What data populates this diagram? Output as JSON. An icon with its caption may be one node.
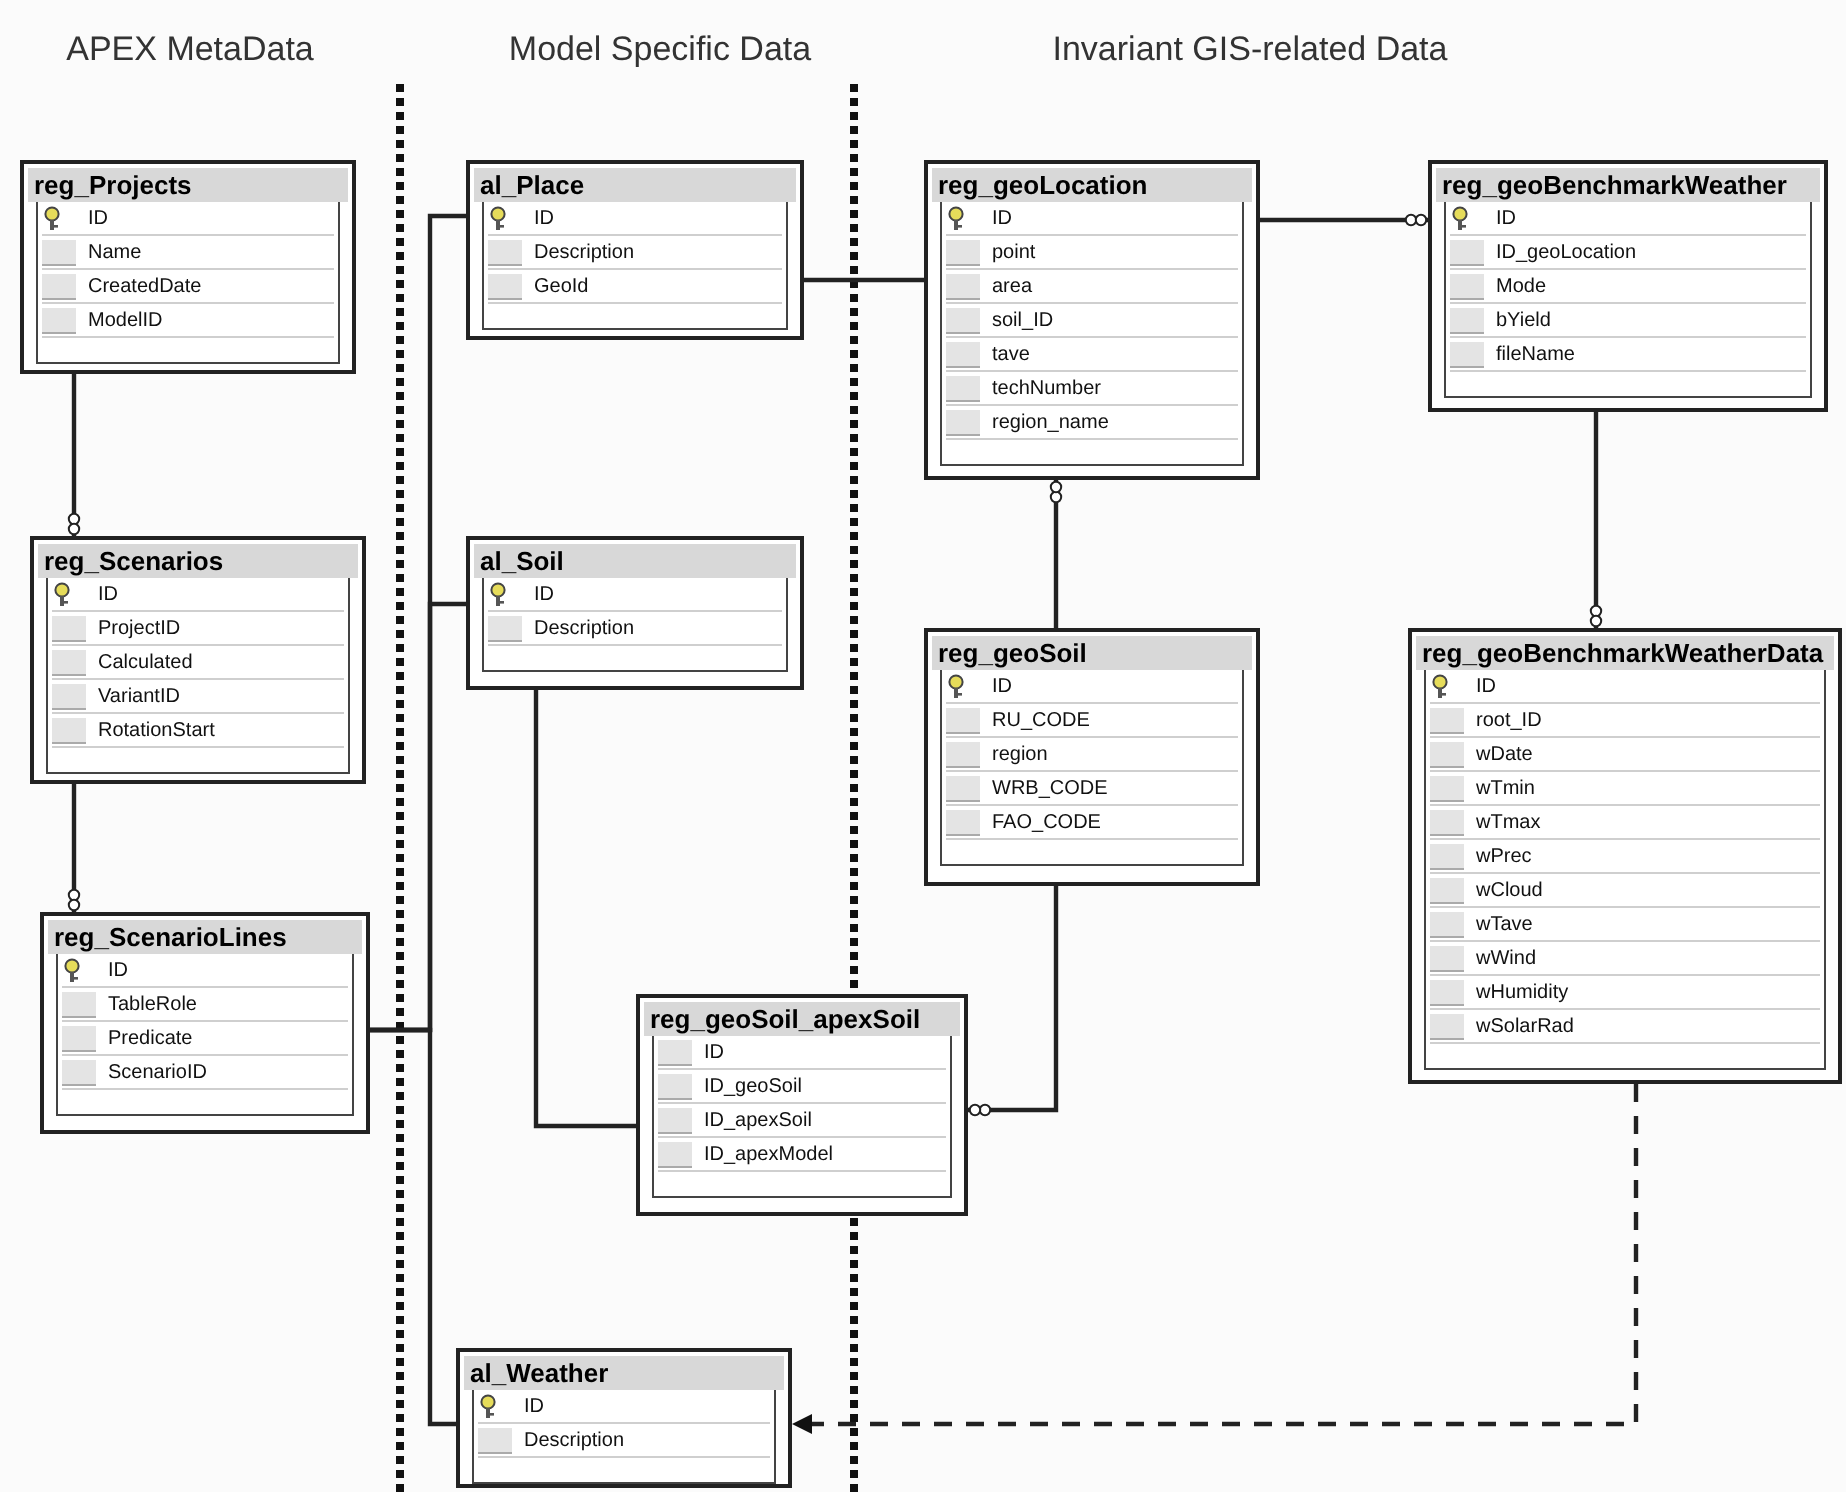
{
  "diagram": {
    "nodes": [
      {
        "text": [
          "reg_Projects",
          "ID",
          "Name",
          "CreatedDate",
          "ModelID"
        ]
      },
      {
        "text": [
          "al_Place",
          "ID",
          "Description",
          "GeoId"
        ]
      },
      {
        "text": [
          "reg_geoLocation",
          "ID",
          "point",
          "area",
          "soil_ID",
          "tave",
          "techNumber",
          "region_name"
        ]
      },
      {
        "text": [
          "reg_geoBenchmarkWeather",
          "ID",
          "ID_geoLocation",
          "Mode",
          "bYield",
          "fileName"
        ]
      },
      {
        "text": [
          "reg_Scenarios",
          "ID",
          "ProjectID",
          "Calculated",
          "VariantID",
          "RotationStart"
        ]
      },
      {
        "text": [
          "al_Soil",
          "ID",
          "Description"
        ]
      },
      {
        "text": [
          "reg_geoSoil",
          "ID",
          "RU_CODE",
          "region",
          "WRB_CODE",
          "FAO_CODE"
        ]
      },
      {
        "text": [
          "reg_geoBenchmarkWeatherData",
          "ID",
          "root_ID",
          "wDate",
          "wTmin",
          "wTmax",
          "wPrec",
          "wCloud",
          "wTave",
          "wWind",
          "wHumidity",
          "wSolarRad"
        ]
      },
      {
        "text": [
          "reg_ScenarioLines",
          "ID",
          "TableRole",
          "Predicate",
          "ScenarioID"
        ]
      },
      {
        "text": [
          "reg_geoSoil_apexSoil",
          "ID",
          "ID_geoSoil",
          "ID_apexSoil",
          "ID_apexModel"
        ]
      },
      {
        "text": [
          "al_Weather",
          "ID",
          "Description"
        ]
      }
    ],
    "edges": [
      {
        "from": 0,
        "to": 4,
        "arrow": "other"
      },
      {
        "from": 4,
        "to": 8,
        "arrow": "other"
      },
      {
        "from": 8,
        "to": 1,
        "arrow": "none"
      },
      {
        "from": 8,
        "to": 5,
        "arrow": "none"
      },
      {
        "from": 8,
        "to": 10,
        "arrow": "none"
      },
      {
        "from": 5,
        "to": 9,
        "arrow": "none"
      },
      {
        "from": 1,
        "to": 2,
        "arrow": "none"
      },
      {
        "from": 2,
        "to": 3,
        "arrow": "other"
      },
      {
        "from": 6,
        "to": 2,
        "arrow": "other"
      },
      {
        "from": 6,
        "to": 9,
        "arrow": "other"
      },
      {
        "from": 3,
        "to": 7,
        "arrow": "other"
      },
      {
        "from": 7,
        "to": 10,
        "arrow": "to",
        "style": "dashed"
      }
    ],
    "labels": [
      "APEX MetaData",
      "Model Specific Data",
      "Invariant GIS-related Data"
    ]
  }
}
